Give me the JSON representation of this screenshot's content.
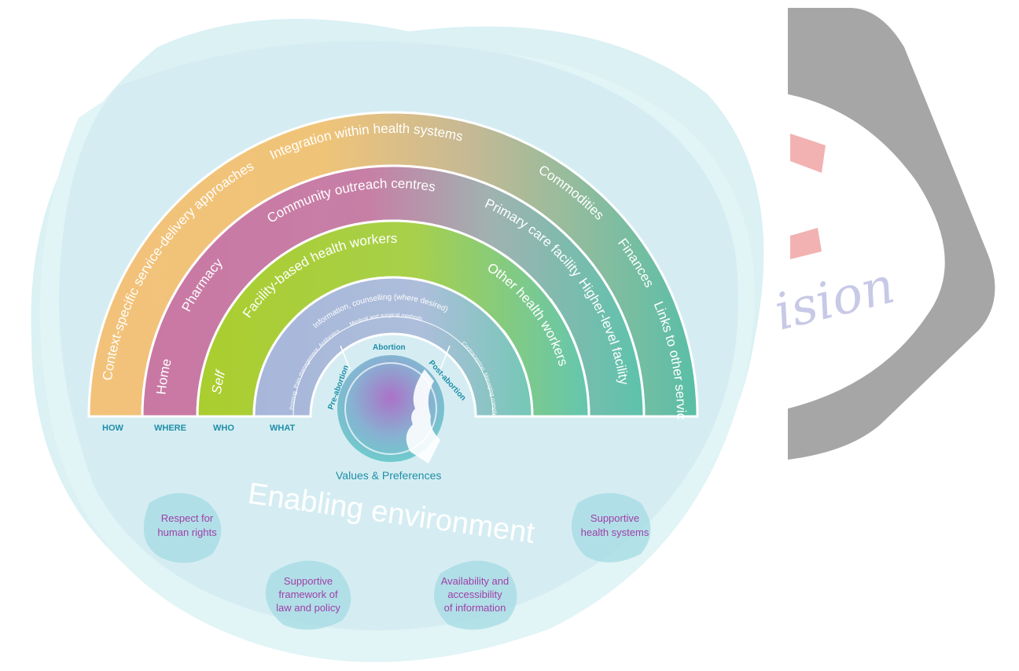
{
  "diagram": {
    "axis_labels": [
      "HOW",
      "WHERE",
      "WHO",
      "WHAT"
    ],
    "how_band": [
      "Context-specific service-delivery approaches",
      "Integration within health systems",
      "Commodities",
      "Finances",
      "Links to other services"
    ],
    "where_band": [
      "Home",
      "Pharmacy",
      "Community outreach centres",
      "Primary care facility",
      "Higher-level facility"
    ],
    "who_band": [
      "Self",
      "Facility-based health workers",
      "Other health workers"
    ],
    "what_band": {
      "main": "Information, counselling (where desired)",
      "left": "Pain management, Antibiotics",
      "left2": "Priming,",
      "middle": "Medical and surgical methods",
      "right": "Contraception, Managing complications"
    },
    "stages": [
      "Pre-abortion",
      "Abortion",
      "Post-abortion"
    ],
    "center_label": "Values & Preferences",
    "enabling_environment": "Enabling environment",
    "bubbles": [
      [
        "Respect for",
        "human rights"
      ],
      [
        "Supportive",
        "framework of",
        "law and policy"
      ],
      [
        "Availability and",
        "accessibility",
        "of information"
      ],
      [
        "Supportive",
        "health systems"
      ]
    ],
    "watermark_text": "ision",
    "colors": {
      "how": "#f2c27a",
      "where": "#c97ca6",
      "who": "#b2d23a",
      "what": "#a9b9d8",
      "teal_end": "#6cc8b4",
      "label_blue": "#1f8ea8",
      "bubble_text": "#a040a8",
      "background_blob": "#bfe6ec",
      "watermark_grey": "#a6a6a6",
      "watermark_red": "#f2b2b2"
    }
  }
}
